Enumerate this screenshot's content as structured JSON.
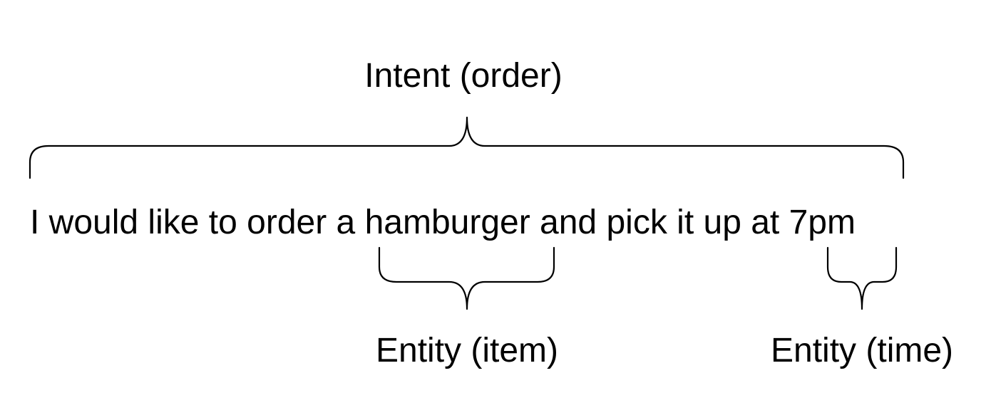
{
  "intent": {
    "label": "Intent (order)"
  },
  "sentence": {
    "before_item": "I would like to order a ",
    "item": "hamburger",
    "between": " and pick it up at ",
    "time": "7pm"
  },
  "entities": [
    {
      "label": "Entity (item)"
    },
    {
      "label": "Entity (time)"
    }
  ],
  "colors": {
    "text": "#000000",
    "stroke": "#000000",
    "background": "#ffffff"
  }
}
